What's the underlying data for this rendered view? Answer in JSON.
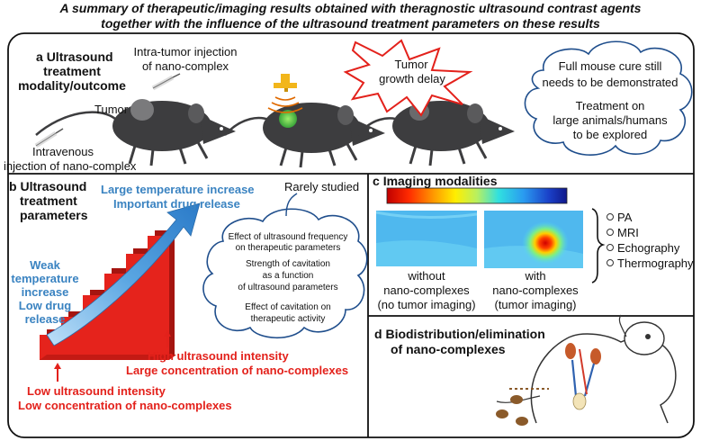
{
  "title": {
    "line1": "A summary of therapeutic/imaging results obtained with theragnostic ultrasound contrast agents",
    "line2": "together with the influence of the ultrasound treatment parameters on these results"
  },
  "panel_a": {
    "letter": "a",
    "heading_l1": "Ultrasound",
    "heading_l2": "treatment",
    "heading_l3": "modality/outcome",
    "intratumor_l1": "Intra-tumor injection",
    "intratumor_l2": "of nano-complex",
    "tumor": "Tumor",
    "intravenous_l1": "Intravenous",
    "intravenous_l2": "injection of nano-complex",
    "growth_l1": "Tumor",
    "growth_l2": "growth delay",
    "cloud_l1": "Full mouse cure still",
    "cloud_l2": "needs to be demonstrated",
    "cloud_l3": "Treatment on",
    "cloud_l4": "large animals/humans",
    "cloud_l5": "to be explored"
  },
  "panel_b": {
    "letter": "b",
    "heading_l1": "Ultrasound",
    "heading_l2": "treatment",
    "heading_l3": "parameters",
    "large_temp": "Large temperature increase",
    "important_drug": "Important drug release",
    "weak_l1": "Weak",
    "weak_l2": "temperature",
    "weak_l3": "increase",
    "weak_l4": "Low drug",
    "weak_l5": "release",
    "rarely": "Rarely studied",
    "cloud_1a": "Effect of ultrasound frequency",
    "cloud_1b": "on therapeutic parameters",
    "cloud_2a": "Strength of cavitation",
    "cloud_2b": "as a function",
    "cloud_2c": "of ultrasound parameters",
    "cloud_3a": "Effect of cavitation on",
    "cloud_3b": "therapeutic activity",
    "high_l1": "High ultrasound intensity",
    "high_l2": "Large concentration of nano-complexes",
    "low_l1": "Low ultrasound intensity",
    "low_l2": "Low concentration of nano-complexes"
  },
  "panel_c": {
    "letter": "c",
    "heading": "Imaging modalities",
    "without_l1": "without",
    "without_l2": "nano-complexes",
    "without_l3": "(no tumor imaging)",
    "with_l1": "with",
    "with_l2": "nano-complexes",
    "with_l3": "(tumor imaging)",
    "modalities": [
      "PA",
      "MRI",
      "Echography",
      "Thermography"
    ]
  },
  "panel_d": {
    "letter": "d",
    "heading_l1": "Biodistribution/elimination",
    "heading_l2": "of nano-complexes"
  },
  "colors": {
    "border": "#111111",
    "blue_text": "#3a83c1",
    "red_text": "#e3211b",
    "bar_red": "#e5231c",
    "arrow_blue": "#3f8fd2",
    "mouse": "#3d3d3f",
    "transducer": "#f2b61b"
  }
}
